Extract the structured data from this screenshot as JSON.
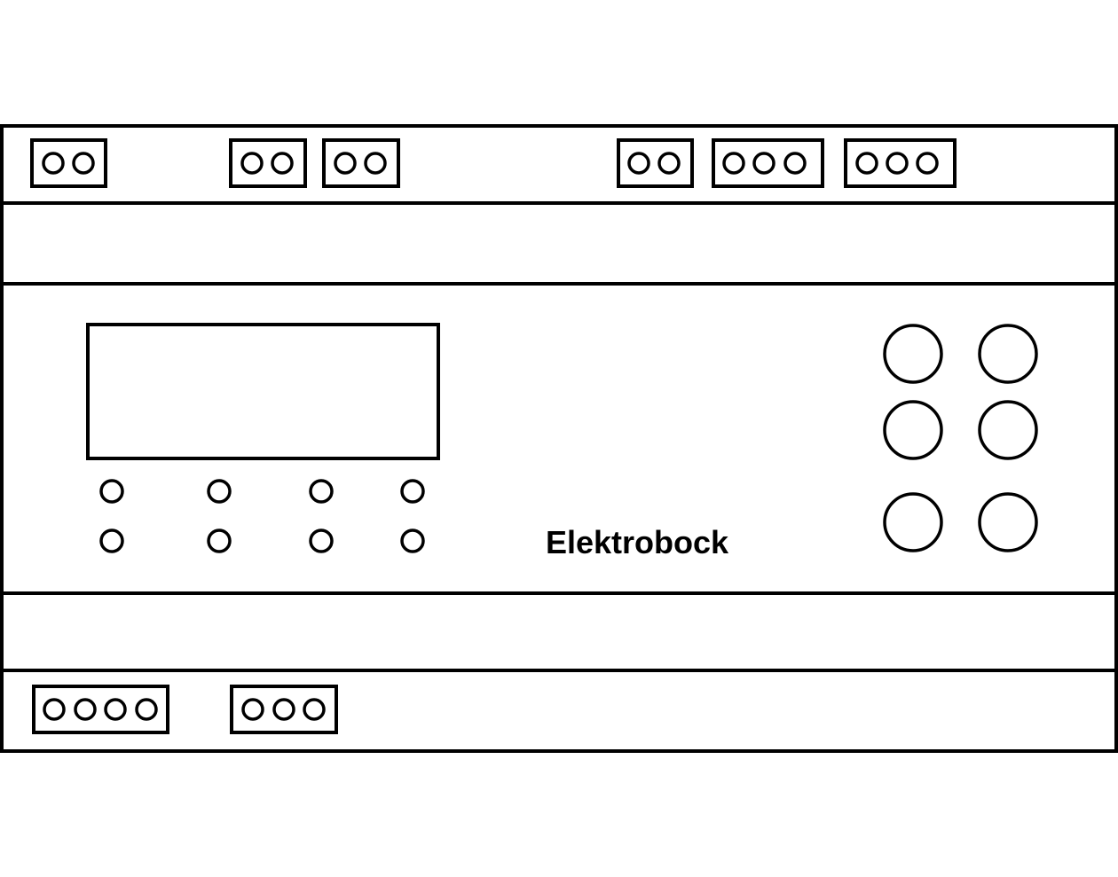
{
  "device": {
    "brand": "Elektrobock",
    "color": "#000000",
    "background": "#ffffff",
    "top_terminal_blocks": [
      {
        "name": "terminal-block-top-1",
        "pins": 2
      },
      {
        "name": "terminal-block-top-2",
        "pins": 2
      },
      {
        "name": "terminal-block-top-3",
        "pins": 2
      },
      {
        "name": "terminal-block-top-4",
        "pins": 2
      },
      {
        "name": "terminal-block-top-5",
        "pins": 3
      },
      {
        "name": "terminal-block-top-6",
        "pins": 3
      }
    ],
    "bottom_terminal_blocks": [
      {
        "name": "terminal-block-bottom-1",
        "pins": 4
      },
      {
        "name": "terminal-block-bottom-2",
        "pins": 3
      }
    ],
    "led_rows": 2,
    "led_columns": 4,
    "buttons": 6
  }
}
